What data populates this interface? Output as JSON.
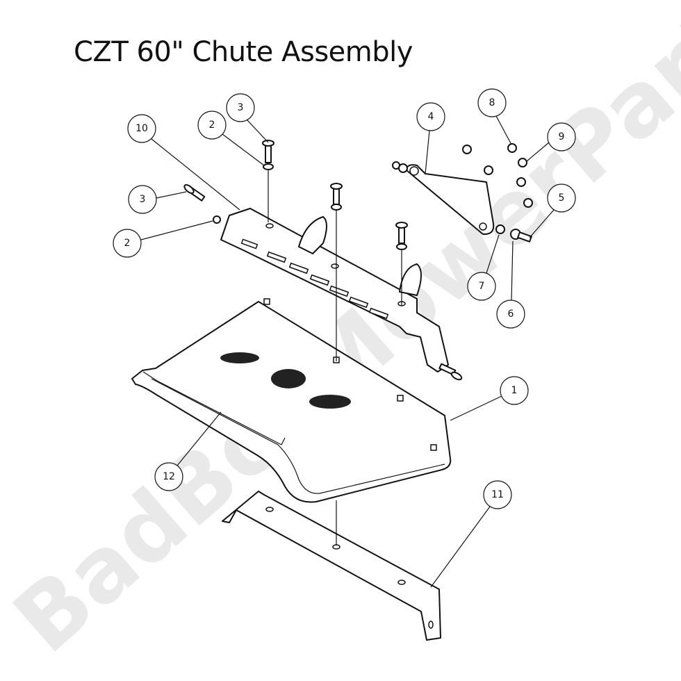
{
  "title": "CZT 60\" Chute Assembly",
  "watermark": "BadBoyMowerParts.com",
  "callouts": [
    {
      "label": "3",
      "part": "carriage-bolt-top"
    },
    {
      "label": "2",
      "part": "nut-top"
    },
    {
      "label": "10",
      "part": "chute-bracket"
    },
    {
      "label": "3",
      "part": "carriage-bolt-left"
    },
    {
      "label": "2",
      "part": "nut-left"
    },
    {
      "label": "4",
      "part": "pivot-bracket"
    },
    {
      "label": "8",
      "part": "bolt"
    },
    {
      "label": "9",
      "part": "lock-nut"
    },
    {
      "label": "5",
      "part": "shoulder-bolt"
    },
    {
      "label": "7",
      "part": "spacer"
    },
    {
      "label": "6",
      "part": "washer"
    },
    {
      "label": "1",
      "part": "discharge-chute"
    },
    {
      "label": "12",
      "part": "rubber-flap"
    },
    {
      "label": "11",
      "part": "flap-strap"
    }
  ]
}
